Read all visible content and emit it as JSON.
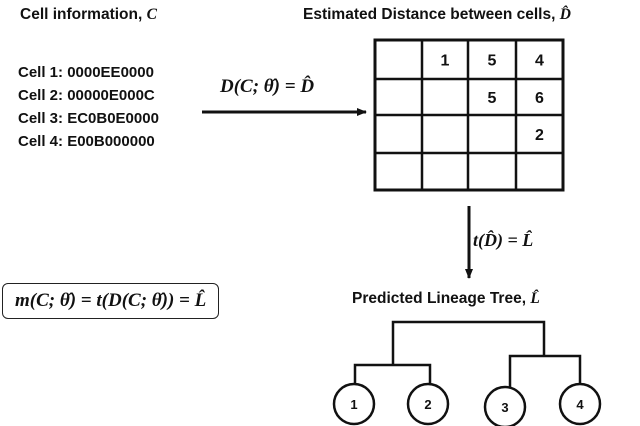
{
  "cell_info": {
    "title": "Cell information, ",
    "title_symbol": "C",
    "cells": [
      {
        "label": "Cell 1:",
        "code": "0000EE0000"
      },
      {
        "label": "Cell 2:",
        "code": "00000E000C"
      },
      {
        "label": "Cell 3:",
        "code": "EC0B0E0000"
      },
      {
        "label": "Cell 4:",
        "code": "E00B000000"
      }
    ]
  },
  "distance": {
    "title": "Estimated Distance between cells, ",
    "title_symbol": "D̂",
    "arrow_equation": "D(C; θ̂) = D̂",
    "matrix": [
      [
        "",
        "1",
        "5",
        "4"
      ],
      [
        "",
        "",
        "5",
        "6"
      ],
      [
        "",
        "",
        "",
        "2"
      ],
      [
        "",
        "",
        "",
        ""
      ]
    ]
  },
  "tree_step": {
    "arrow_equation": "t(D̂) = L̂"
  },
  "tree": {
    "title": "Predicted Lineage Tree, ",
    "title_symbol": "L̂",
    "leaves": [
      "1",
      "2",
      "3",
      "4"
    ],
    "structure": "((1,2),(3,4))"
  },
  "model_equation": "m(C; θ̂) = t(D(C; θ̂)) = L̂",
  "colors": {
    "stroke": "#111111",
    "background": "#ffffff"
  }
}
